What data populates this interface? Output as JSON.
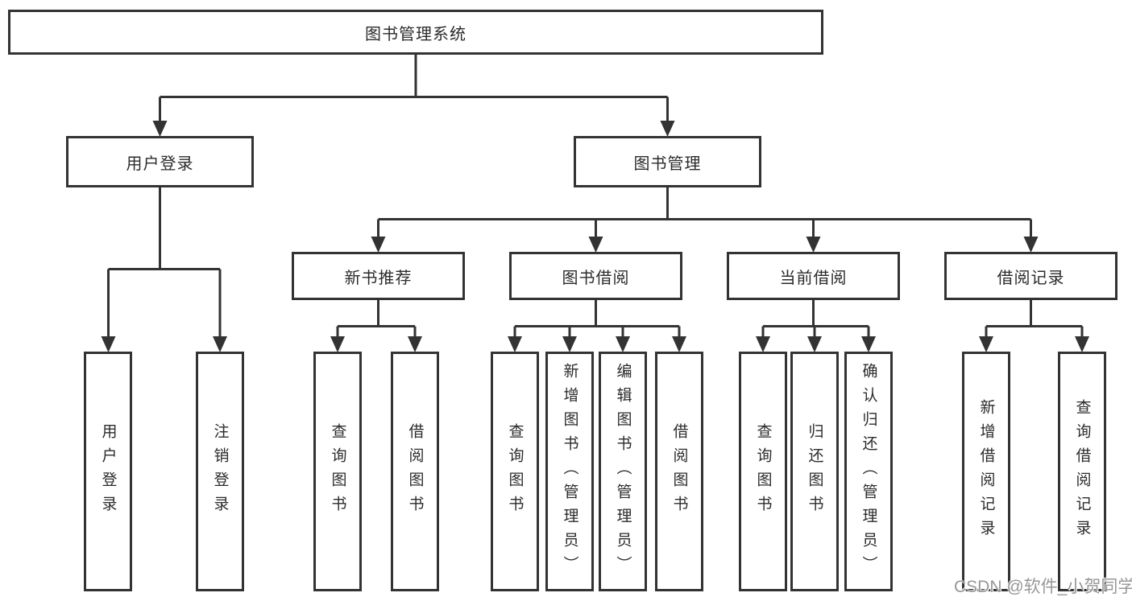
{
  "tree": {
    "root": {
      "label": "图书管理系统",
      "children": [
        {
          "label": "用户登录",
          "children": [
            {
              "label": "用户登录"
            },
            {
              "label": "注销登录"
            }
          ]
        },
        {
          "label": "图书管理",
          "children": [
            {
              "label": "新书推荐",
              "children": [
                {
                  "label": "查询图书"
                },
                {
                  "label": "借阅图书"
                }
              ]
            },
            {
              "label": "图书借阅",
              "children": [
                {
                  "label": "查询图书"
                },
                {
                  "label": "新增图书（管理员）"
                },
                {
                  "label": "编辑图书（管理员）"
                },
                {
                  "label": "借阅图书"
                }
              ]
            },
            {
              "label": "当前借阅",
              "children": [
                {
                  "label": "查询图书"
                },
                {
                  "label": "归还图书"
                },
                {
                  "label": "确认归还（管理员）"
                }
              ]
            },
            {
              "label": "借阅记录",
              "children": [
                {
                  "label": "新增借阅记录"
                },
                {
                  "label": "查询借阅记录"
                }
              ]
            }
          ]
        }
      ]
    }
  },
  "watermark": {
    "text": "CSDN @软件_小贺同学"
  },
  "colors": {
    "line": "#333333",
    "box_border": "#333333",
    "box_fill": "#ffffff",
    "text": "#2b2b2b",
    "background": "#ffffff",
    "watermark": "#979797"
  }
}
